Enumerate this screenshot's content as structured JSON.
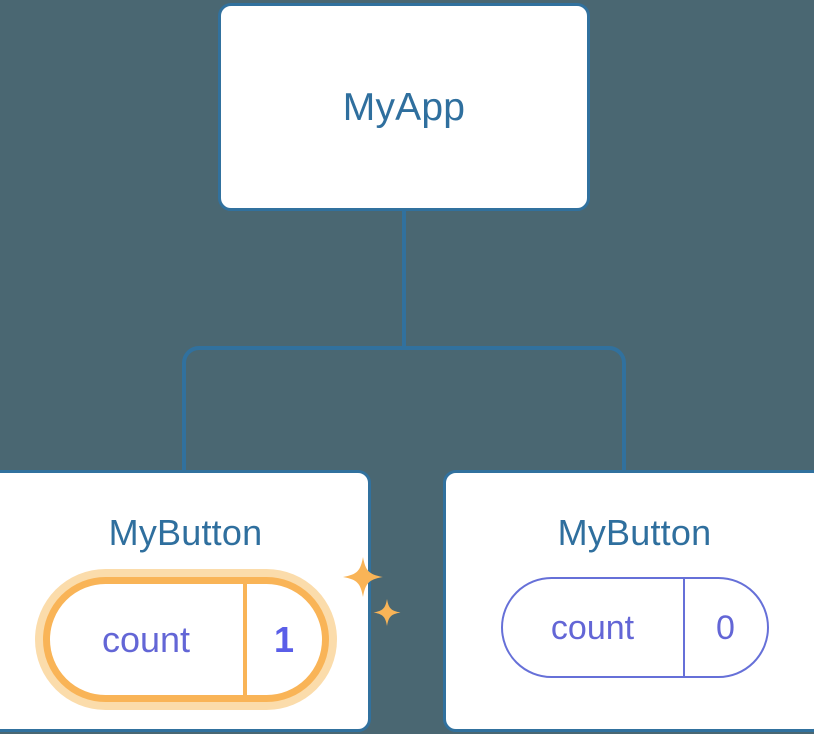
{
  "diagram": {
    "type": "component-tree",
    "background_color": "#4a6772",
    "accent_blue": "#31719e",
    "accent_purple": "#6366d6",
    "accent_orange": "#f9b457",
    "highlight_halo_color": "#fbdcab",
    "root": {
      "label": "MyApp"
    },
    "children": [
      {
        "label": "MyButton",
        "prop": {
          "key": "count",
          "value": "1"
        },
        "highlighted": true,
        "sparkle_icons": [
          "sparkle-large-icon",
          "sparkle-small-icon"
        ]
      },
      {
        "label": "MyButton",
        "prop": {
          "key": "count",
          "value": "0"
        },
        "highlighted": false
      }
    ]
  }
}
